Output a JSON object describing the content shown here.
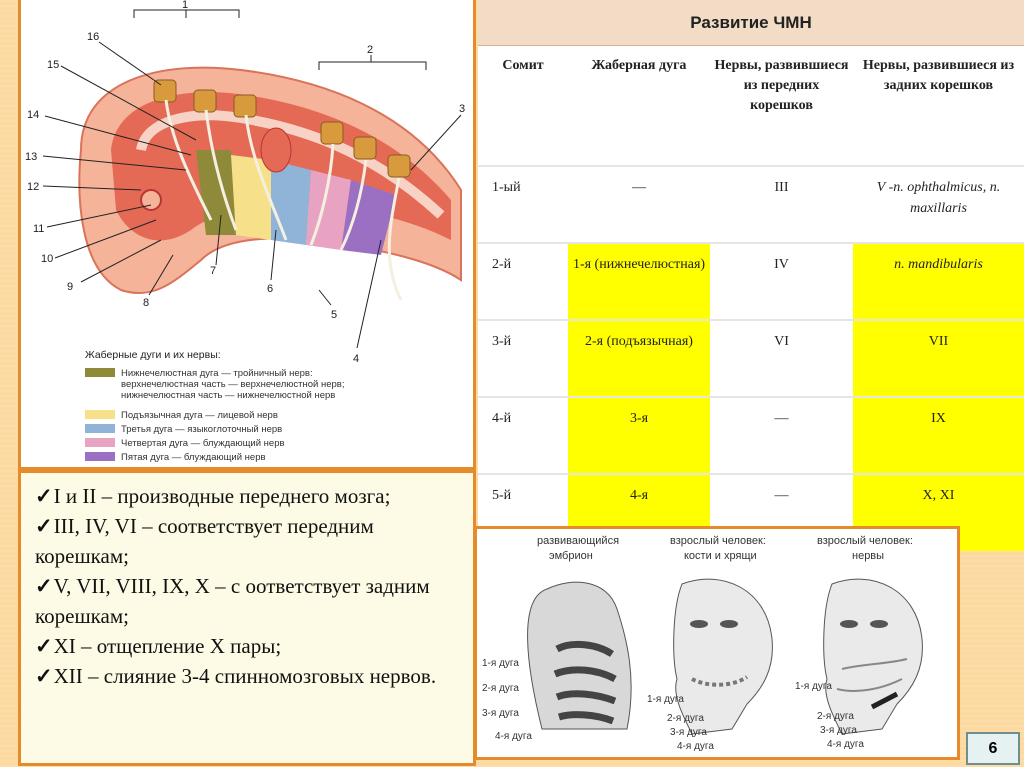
{
  "table": {
    "title": "Развитие ЧМН",
    "headers": [
      "Сомит",
      "Жаберная дуга",
      "Нервы, развившиеся из передних корешков",
      "Нервы, развившиеся из задних корешков"
    ],
    "rows": [
      {
        "somite": "1-ый",
        "arch": "—",
        "anterior": "III",
        "posterior": "V -n. ophthalmicus, n. maxillaris"
      },
      {
        "somite": "2-й",
        "arch": "1-я (нижнечелюстная)",
        "anterior": "IV",
        "posterior": "n. mandibularis"
      },
      {
        "somite": "3-й",
        "arch": "2-я (подъязычная)",
        "anterior": "VI",
        "posterior": "VII"
      },
      {
        "somite": "4-й",
        "arch": "3-я",
        "anterior": "—",
        "posterior": "IX"
      },
      {
        "somite": "5-й",
        "arch": "4-я",
        "anterior": "—",
        "posterior": "X, XI"
      }
    ]
  },
  "notes": [
    "I и II – производные переднего мозга;",
    "III, IV, VI – соответствует передним корешкам;",
    "V, VII, VIII, IX, X – с оответствует задним корешкам;",
    "XI – отщепление X пары;",
    "XII – слияние 3-4 спинномозговых нервов."
  ],
  "figure": {
    "numbers": [
      "1",
      "2",
      "3",
      "4",
      "5",
      "6",
      "7",
      "8",
      "9",
      "10",
      "11",
      "12",
      "13",
      "14",
      "15",
      "16"
    ],
    "legend_title": "Жаберные дуги и их нервы:",
    "legend": [
      {
        "text": "Нижнечелюстная дуга — тройничный нерв:",
        "color": "#8f8a3a"
      },
      {
        "text": "верхнечелюстная часть — верхнечелюстной нерв;",
        "color": ""
      },
      {
        "text": "нижнечелюстная часть — нижнечелюстной нерв",
        "color": ""
      },
      {
        "text": "Подъязычная дуга — лицевой нерв",
        "color": "#f7e08a"
      },
      {
        "text": "Третья дуга — языкоглоточный нерв",
        "color": "#8fb4d8"
      },
      {
        "text": "Четвертая дуга — блуждающий нерв",
        "color": "#e9a3c2"
      },
      {
        "text": "Пятая дуга — блуждающий нерв",
        "color": "#9b6fc2"
      }
    ]
  },
  "faces": {
    "captions": [
      "развивающийся эмбрион",
      "взрослый человек: кости и хрящи",
      "взрослый человек: нервы"
    ],
    "arch_labels": [
      "1-я дуга",
      "2-я дуга",
      "3-я дуга",
      "4-я дуга"
    ]
  },
  "page_number": "6",
  "colors": {
    "accent_border": "#e58b2a",
    "highlight": "#ffff00",
    "background": "#fcd9a0"
  }
}
